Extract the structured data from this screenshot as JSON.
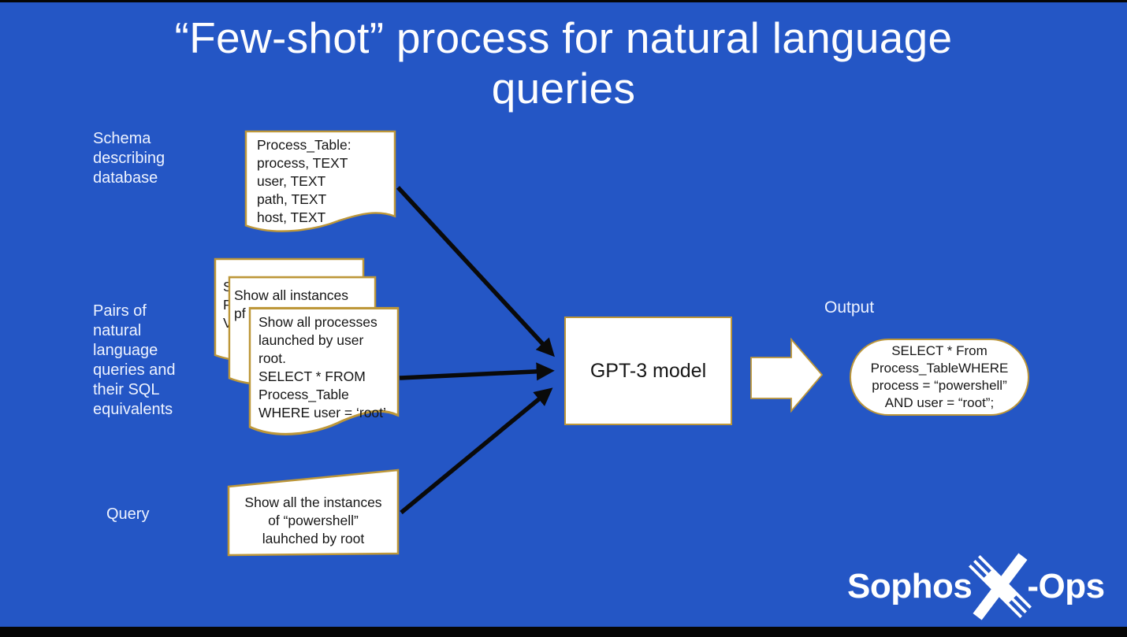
{
  "colors": {
    "background": "#2456c5",
    "shape_border": "#bd9739",
    "shape_fill": "#ffffff",
    "arrow": "#0a0a0a",
    "text_dark": "#161616",
    "text_light": "#ffffff"
  },
  "title": "“Few-shot” process for natural language\nqueries",
  "labels": {
    "schema": "Schema\ndescribing\ndatabase",
    "pairs": "Pairs of\nnatural\nlanguage\nqueries and\ntheir SQL\nequivalents",
    "query": "Query",
    "output": "Output"
  },
  "documents": {
    "schema": {
      "lines": [
        "Process_Table:",
        "process, TEXT",
        "user, TEXT",
        "path, TEXT",
        "host, TEXT"
      ]
    },
    "example_back": {
      "lines": [
        "S",
        "P",
        "V"
      ]
    },
    "example_middle": {
      "lines": [
        "Show all instances",
        "pf"
      ]
    },
    "example_front": {
      "lines": [
        "Show all processes",
        "launched by user",
        "root.",
        "SELECT * FROM",
        "Process_Table",
        "WHERE user = ‘root’"
      ]
    },
    "query": {
      "lines": [
        "Show all the instances",
        "of “powershell”",
        "lauhched by root"
      ]
    }
  },
  "model_box": {
    "label": "GPT-3 model"
  },
  "output_box": {
    "text": "SELECT * From\nProcess_TableWHERE\nprocess = “powershell”\nAND user = “root”;"
  },
  "logo": {
    "prefix": "Sophos",
    "suffix": "-Ops"
  }
}
